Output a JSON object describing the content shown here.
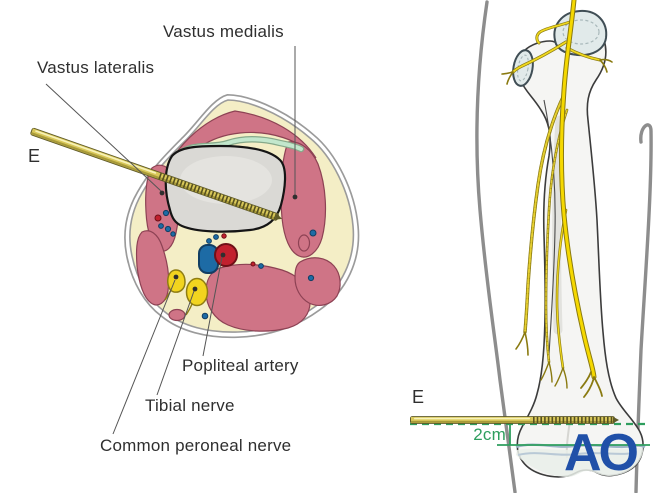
{
  "figure": {
    "title_context": "Distal femoral pin placement illustration",
    "cross_section": {
      "labels": {
        "vastus_medialis": "Vastus medialis",
        "vastus_lateralis": "Vastus lateralis",
        "pin_marker": "E",
        "popliteal_artery": "Popliteal artery",
        "tibial_nerve": "Tibial nerve",
        "common_peroneal_nerve": "Common peroneal nerve"
      }
    },
    "femur_view": {
      "labels": {
        "pin_marker": "E",
        "distance": "2cm",
        "logo": "AO"
      }
    },
    "colors": {
      "muscle_pink": "#cf7486",
      "fat_cream": "#f4eec6",
      "bone_gray": "#dad9d5",
      "tendon_green": "#c2e7cc",
      "nerve_yellow": "#f2d41f",
      "artery_red": "#c2202e",
      "vein_blue": "#1d6ba5",
      "pin_gold": "#d9c85a",
      "measure_green": "#2e9e5e",
      "ao_blue": "#2050a8",
      "label_text": "#2f2f2f",
      "skin_outline": "#9b9b9b",
      "physis_blue": "#9db4c6"
    }
  }
}
